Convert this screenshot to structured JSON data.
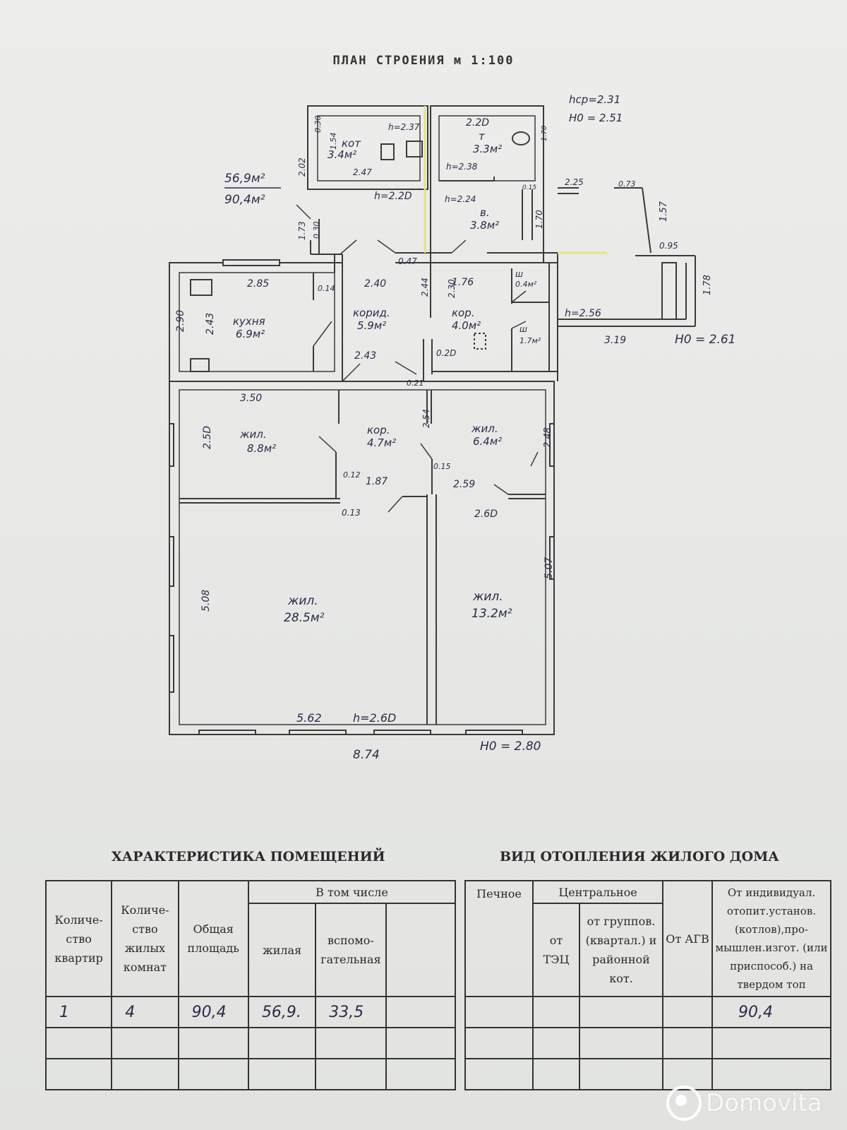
{
  "title": "ПЛАН СТРОЕНИЯ м 1:100",
  "plan": {
    "area_summary": [
      "56,9м²",
      "90,4м²"
    ],
    "heights": [
      "hср=2.31",
      "H0 = 2.51",
      "H0 = 2.61",
      "H0 = 2.80"
    ],
    "rooms": [
      {
        "name": "кухня",
        "area": "6.9м²"
      },
      {
        "name": "корид.",
        "area": "5.9м²"
      },
      {
        "name": "кор.",
        "area": "4.0м²"
      },
      {
        "name": "кот",
        "area": "3.4м²"
      },
      {
        "name": "т",
        "area": "3.3м²"
      },
      {
        "name": "в.",
        "area": "3.8м²"
      },
      {
        "name": "ш",
        "area": "0.4м²"
      },
      {
        "name": "ш",
        "area": "1.7м²"
      },
      {
        "name": "жил.",
        "area": "8.8м²"
      },
      {
        "name": "кор.",
        "area": "4.7м²"
      },
      {
        "name": "жил.",
        "area": "6.4м²"
      },
      {
        "name": "жил.",
        "area": "28.5м²"
      },
      {
        "name": "жил.",
        "area": "13.2м²"
      }
    ],
    "dimensions": [
      "2.90",
      "2.43",
      "2.85",
      "0.14",
      "2.40",
      "0.47",
      "2.44",
      "2.30",
      "1.76",
      "h=2.2D",
      "1.73",
      "0.30",
      "2.02",
      "0.30",
      "h=2.37",
      "2.47",
      "1.54",
      "h=2.38",
      "2.2D",
      "1.70",
      "h=2.24",
      "2.25",
      "0.73",
      "1.57",
      "0.95",
      "1.78",
      "h=2.56",
      "3.19",
      "2.43",
      "0.2D",
      "0.21",
      "3.50",
      "2.5D",
      "2.54",
      "2.48",
      "0.12",
      "1.87",
      "0.15",
      "2.59",
      "0.13",
      "2.6D",
      "5.08",
      "5.07",
      "5.62",
      "h=2.6D",
      "8.74",
      "0.15",
      "1.70"
    ]
  },
  "table1": {
    "title": "ХАРАКТЕРИСТИКА ПОМЕЩЕНИЙ",
    "headers": {
      "apartments": "Количе- ство квартир",
      "rooms": "Количе- ство жилых комнат",
      "total_area": "Общая площадь",
      "including": "В том числе",
      "living": "жилая",
      "auxiliary": "вспомо- гательная"
    },
    "row": {
      "apartments": "1",
      "rooms": "4",
      "total_area": "90,4",
      "living": "56,9.",
      "auxiliary": "33,5"
    }
  },
  "table2": {
    "title": "ВИД ОТОПЛЕНИЯ ЖИЛОГО ДОМА",
    "headers": {
      "stove": "Печное",
      "central": "Центральное",
      "tec": "от ТЭЦ",
      "group": "от группов. (квартал.) и районной кот.",
      "agv": "От АГВ",
      "individual": "От индивидуал. отопит.установ. (котлов),про- мышлен.изгот. (или приспособ.) на твердом топ"
    },
    "row": {
      "individual": "90,4"
    }
  },
  "watermark": "Domovita"
}
